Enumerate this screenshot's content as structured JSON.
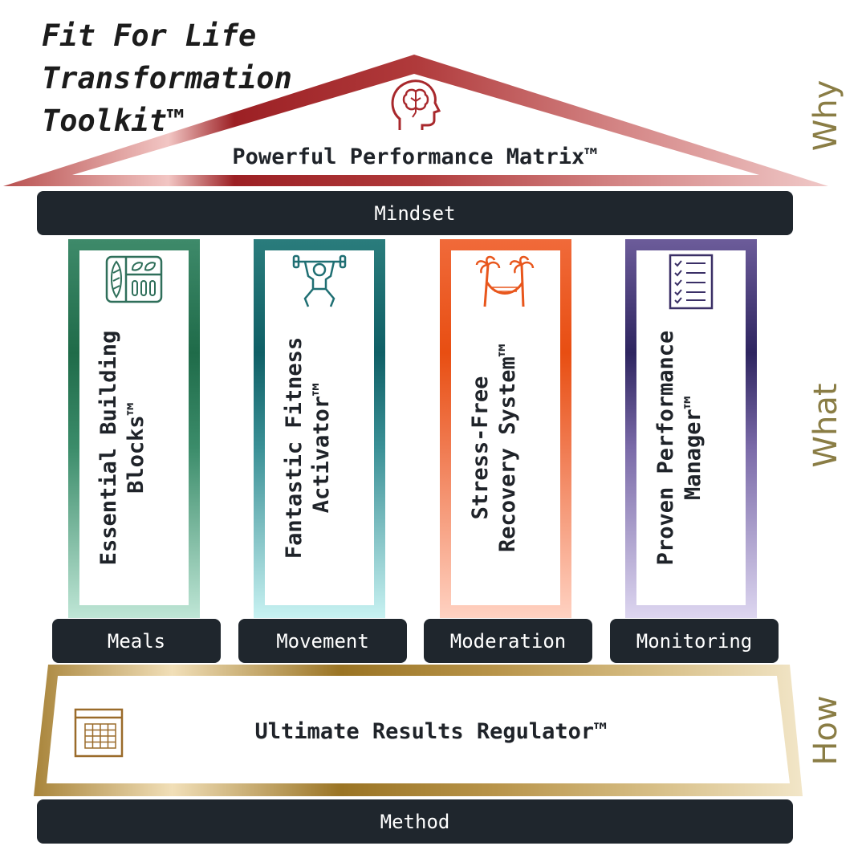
{
  "title_lines": [
    "Fit For Life",
    "Transformation",
    "Toolkit™"
  ],
  "roof": {
    "label": "Powerful Performance Matrix™",
    "icon": "brain-head-icon"
  },
  "mindset_label": "Mindset",
  "side_labels": {
    "why": "Why",
    "what": "What",
    "how": "How"
  },
  "pillars": [
    {
      "title": "Essential Building Blocks™",
      "line1": "Essential Building",
      "line2": "Blocks™",
      "base": "Meals",
      "icon": "meal-tray-icon",
      "color": "#2f7a5c"
    },
    {
      "title": "Fantastic Fitness Activator™",
      "line1": "Fantastic Fitness",
      "line2": "Activator™",
      "base": "Movement",
      "icon": "weightlifter-icon",
      "color": "#1f6f73"
    },
    {
      "title": "Stress-Free Recovery System™",
      "line1": "Stress-Free",
      "line2": "Recovery System™",
      "base": "Moderation",
      "icon": "hammock-palms-icon",
      "color": "#e8561c"
    },
    {
      "title": "Proven Performance Manager™",
      "line1": "Proven Performance",
      "line2": "Manager™",
      "base": "Monitoring",
      "icon": "checklist-icon",
      "color": "#3a2f66"
    }
  ],
  "base": {
    "label": "Ultimate Results Regulator™",
    "icon": "calendar-icon"
  },
  "method_label": "Method"
}
